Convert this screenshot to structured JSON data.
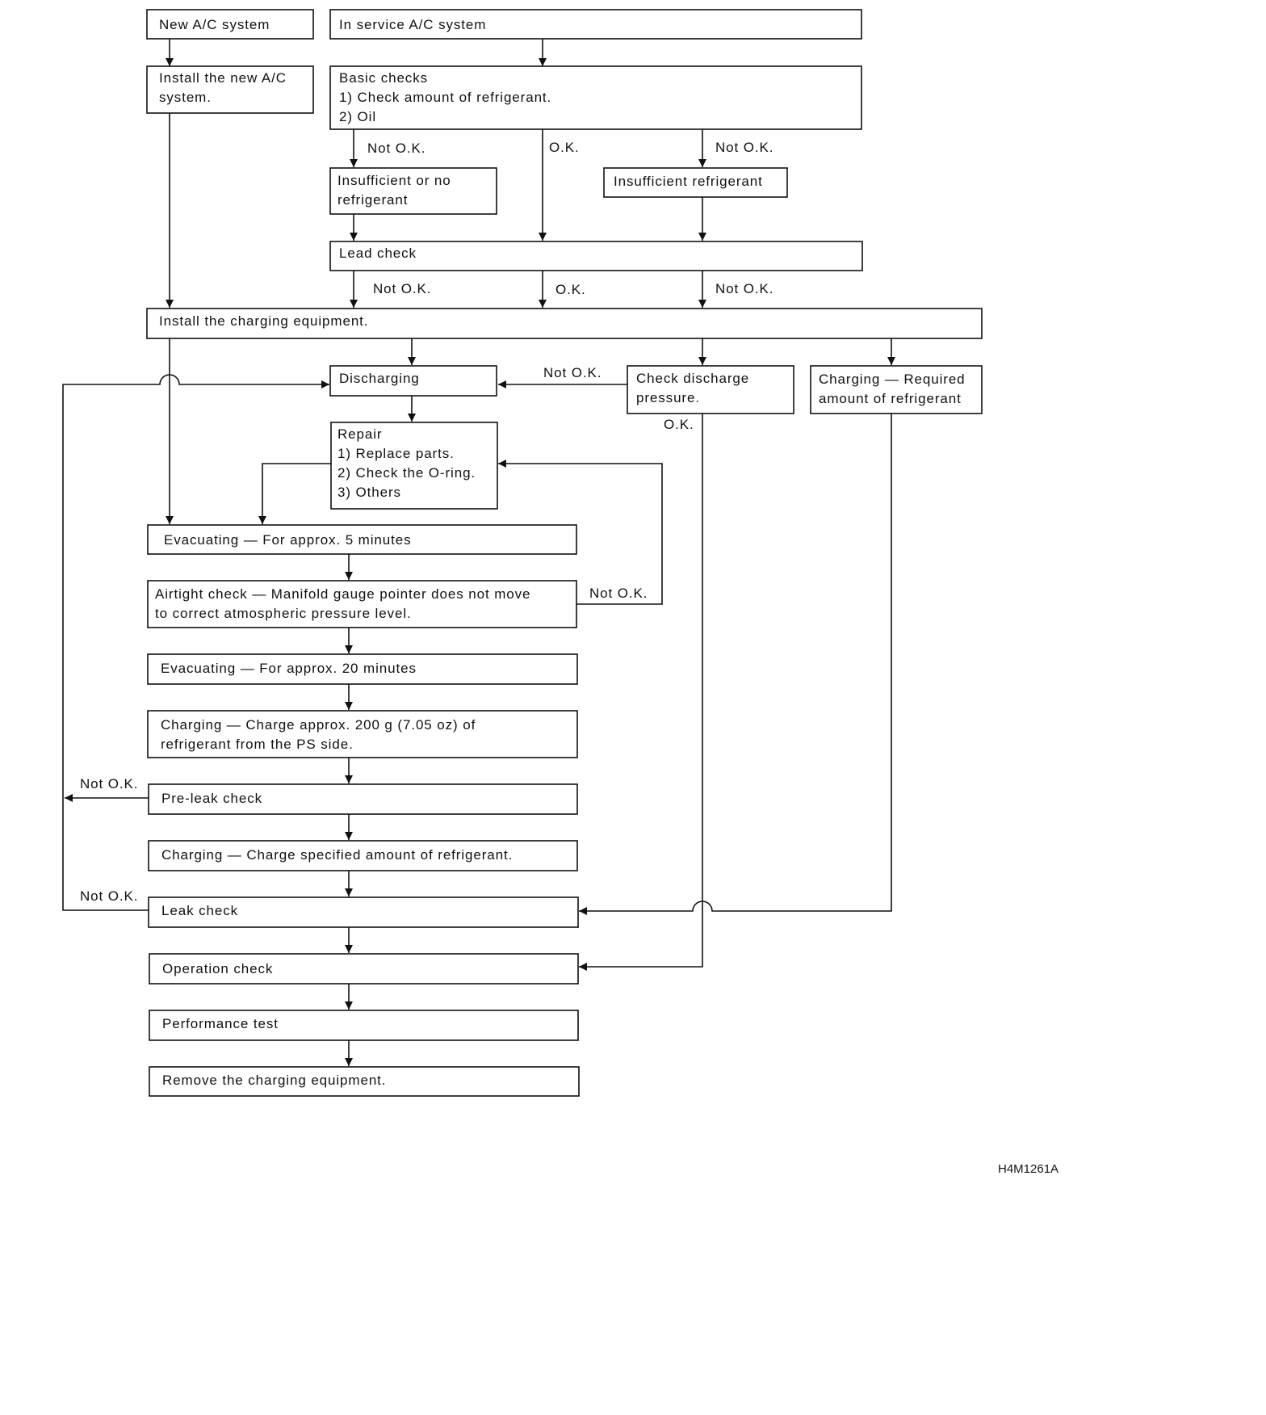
{
  "nodes": {
    "new_system": [
      "New A/C system"
    ],
    "in_service": [
      "In service A/C system"
    ],
    "install_new": [
      "Install the new A/C",
      "system."
    ],
    "basic_checks": [
      "Basic checks",
      "1) Check amount of refrigerant.",
      "2) Oil"
    ],
    "insufficient_none": [
      "Insufficient or no",
      "refrigerant"
    ],
    "insufficient": [
      "Insufficient refrigerant"
    ],
    "lead_check": [
      "Lead check"
    ],
    "install_charging": [
      "Install the charging equipment."
    ],
    "discharging": [
      "Discharging"
    ],
    "check_discharge": [
      "Check discharge",
      "pressure."
    ],
    "charging_required": [
      "Charging — Required",
      "amount of refrigerant"
    ],
    "repair": [
      "Repair",
      "1) Replace parts.",
      "2) Check the O-ring.",
      "3) Others"
    ],
    "evac5": [
      "Evacuating — For approx. 5 minutes"
    ],
    "airtight": [
      "Airtight check — Manifold gauge pointer does not move",
      "to correct atmospheric pressure level."
    ],
    "evac20": [
      "Evacuating — For approx. 20 minutes"
    ],
    "charging200": [
      "Charging — Charge approx. 200 g (7.05 oz) of",
      "refrigerant from the PS side."
    ],
    "preleak": [
      "Pre-leak check"
    ],
    "charging_spec": [
      "Charging — Charge specified amount of refrigerant."
    ],
    "leak_check": [
      "Leak check"
    ],
    "operation": [
      "Operation check"
    ],
    "performance": [
      "Performance test"
    ],
    "remove": [
      "Remove the charging equipment."
    ]
  },
  "labels": {
    "basic_not_ok_left": "Not O.K.",
    "basic_ok": "O.K.",
    "basic_not_ok_right": "Not O.K.",
    "lead_not_ok_left": "Not O.K.",
    "lead_ok": "O.K.",
    "lead_not_ok_right": "Not O.K.",
    "discharge_not_ok": "Not O.K.",
    "discharge_ok": "O.K.",
    "airtight_not_ok": "Not O.K.",
    "preleak_not_ok": "Not O.K.",
    "leak_not_ok": "Not O.K."
  },
  "figure_code": "H4M1261A"
}
